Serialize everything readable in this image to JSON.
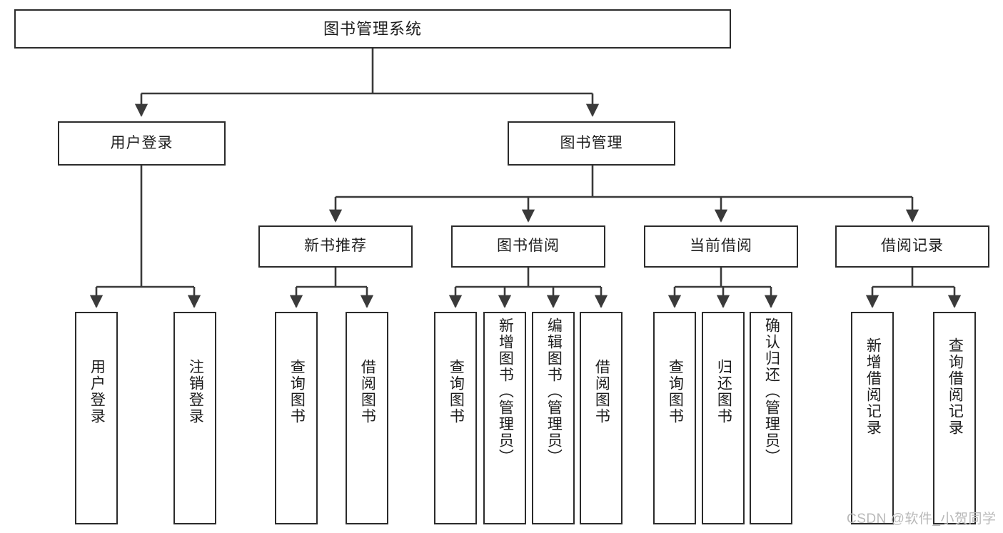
{
  "diagram": {
    "title": "图书管理系统",
    "type": "功能结构图",
    "watermark": "CSDN @软件_小贺同学",
    "colors": {
      "box_border": "#2b2b2b",
      "box_fill": "#ffffff",
      "connector": "#3a3a3a",
      "text": "#1d1d1d",
      "watermark": "#b9b9b9"
    },
    "root": {
      "label": "图书管理系统"
    },
    "level2": [
      {
        "label": "用户登录"
      },
      {
        "label": "图书管理"
      }
    ],
    "level3": [
      {
        "label": "新书推荐"
      },
      {
        "label": "图书借阅"
      },
      {
        "label": "当前借阅"
      },
      {
        "label": "借阅记录"
      }
    ],
    "leaves": {
      "user_login": [
        {
          "label": "用户登录"
        },
        {
          "label": "注销登录"
        }
      ],
      "new_book": [
        {
          "label": "查询图书"
        },
        {
          "label": "借阅图书"
        }
      ],
      "book_borrow": [
        {
          "label": "查询图书"
        },
        {
          "label": "新增图书（管理员）"
        },
        {
          "label": "编辑图书（管理员）"
        },
        {
          "label": "借阅图书"
        }
      ],
      "current_borrow": [
        {
          "label": "查询图书"
        },
        {
          "label": "归还图书"
        },
        {
          "label": "确认归还（管理员）"
        }
      ],
      "borrow_record": [
        {
          "label": "新增借阅记录"
        },
        {
          "label": "查询借阅记录"
        }
      ]
    }
  }
}
